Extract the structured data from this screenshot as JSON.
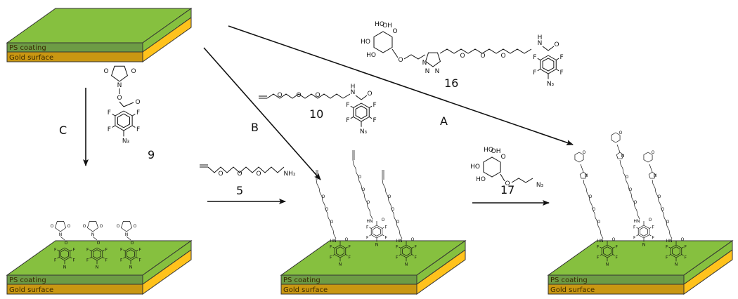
{
  "slab": {
    "ps_label": "PS coating",
    "gold_label": "Gold surface"
  },
  "colors": {
    "top": "#86c03f",
    "ps": "#6d9c45",
    "ps_side": "#86c03f",
    "gold": "#c99712",
    "gold_side": "#ffc21c",
    "edge": "#333333"
  },
  "routes": {
    "a": "A",
    "b": "B",
    "c": "C"
  },
  "compounds": {
    "c9": "9",
    "c10": "10",
    "c16": "16",
    "c5": "5",
    "c17": "17"
  },
  "atoms": {
    "O": "O",
    "N": "N",
    "F": "F",
    "N3": "N₃",
    "NH2": "NH₂",
    "H": "H",
    "HN": "HN",
    "OH": "OH",
    "HO": "HO"
  }
}
